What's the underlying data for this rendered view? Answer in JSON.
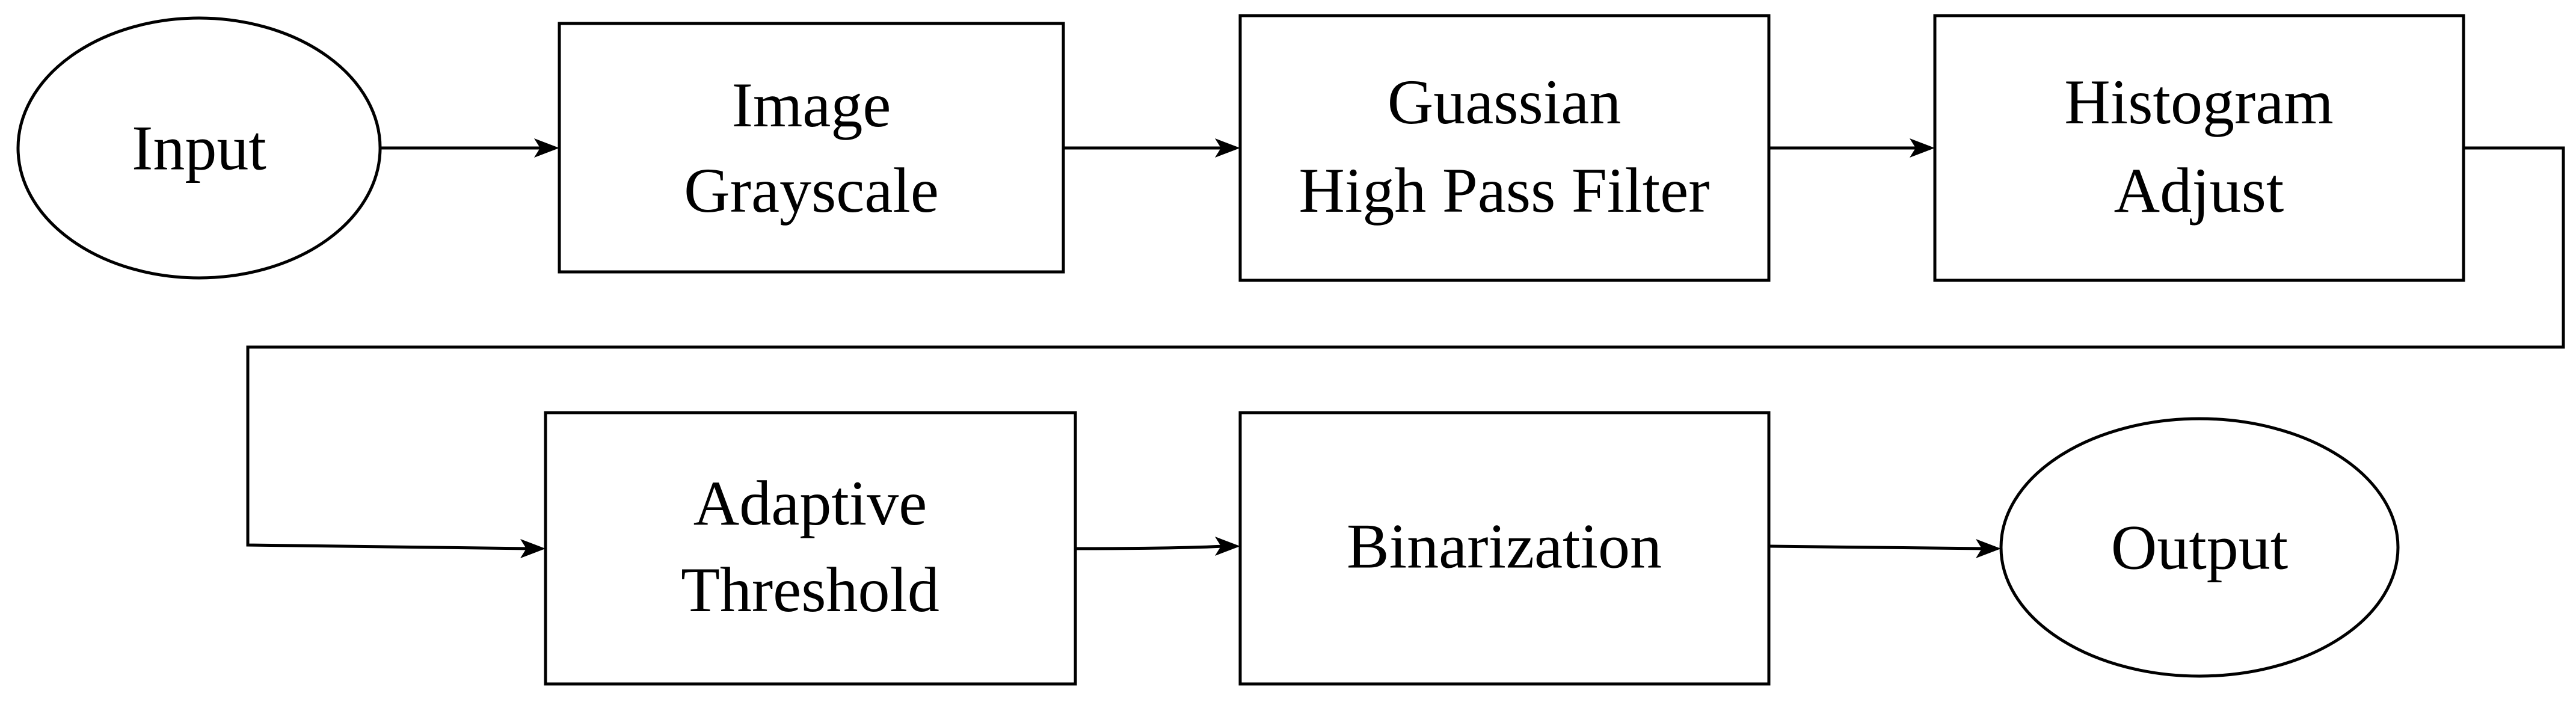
{
  "nodes": {
    "input": {
      "label": "Input"
    },
    "grayscale": {
      "line1": "Image",
      "line2": "Grayscale"
    },
    "highpass": {
      "line1": "Guassian",
      "line2": "High Pass Filter"
    },
    "histogram": {
      "line1": "Histogram",
      "line2": "Adjust"
    },
    "adaptive": {
      "line1": "Adaptive",
      "line2": "Threshold"
    },
    "binarization": {
      "label": "Binarization"
    },
    "output": {
      "label": "Output"
    }
  }
}
